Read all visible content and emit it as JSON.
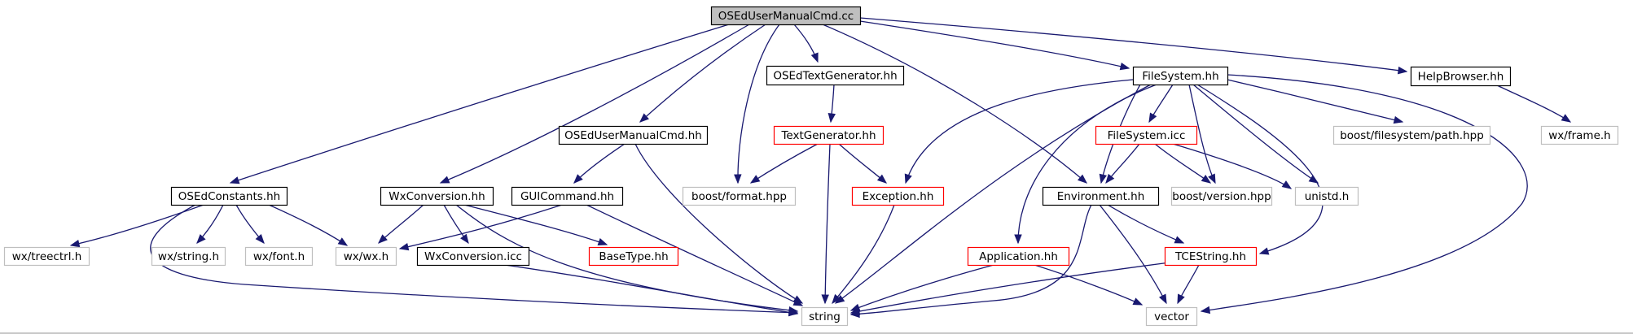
{
  "diagram": {
    "colors": {
      "edge": "#191970",
      "border_default": "#000000",
      "border_red": "#ff0000",
      "border_gray": "#bfbfbf",
      "root_fill": "#bfbfbf"
    },
    "nodes": [
      {
        "id": "root",
        "label": "OSEdUserManualCmd.cc",
        "style": "root"
      },
      {
        "id": "texgen",
        "label": "OSEdTextGenerator.hh",
        "style": "black"
      },
      {
        "id": "filesys",
        "label": "FileSystem.hh",
        "style": "black"
      },
      {
        "id": "helpbrowser",
        "label": "HelpBrowser.hh",
        "style": "black"
      },
      {
        "id": "cmdhh",
        "label": "OSEdUserManualCmd.hh",
        "style": "black"
      },
      {
        "id": "textgenerator",
        "label": "TextGenerator.hh",
        "style": "red"
      },
      {
        "id": "filesysicc",
        "label": "FileSystem.icc",
        "style": "red"
      },
      {
        "id": "boostpath",
        "label": "boost/filesystem/path.hpp",
        "style": "gray"
      },
      {
        "id": "wxframe",
        "label": "wx/frame.h",
        "style": "gray"
      },
      {
        "id": "constants",
        "label": "OSEdConstants.hh",
        "style": "black"
      },
      {
        "id": "wxconv",
        "label": "WxConversion.hh",
        "style": "black"
      },
      {
        "id": "guicmd",
        "label": "GUICommand.hh",
        "style": "black"
      },
      {
        "id": "boostformat",
        "label": "boost/format.hpp",
        "style": "gray"
      },
      {
        "id": "exception",
        "label": "Exception.hh",
        "style": "red"
      },
      {
        "id": "environment",
        "label": "Environment.hh",
        "style": "black"
      },
      {
        "id": "boostversion",
        "label": "boost/version.hpp",
        "style": "gray"
      },
      {
        "id": "unistd",
        "label": "unistd.h",
        "style": "gray"
      },
      {
        "id": "treectrl",
        "label": "wx/treectrl.h",
        "style": "gray"
      },
      {
        "id": "wxstring",
        "label": "wx/string.h",
        "style": "gray"
      },
      {
        "id": "wxfont",
        "label": "wx/font.h",
        "style": "gray"
      },
      {
        "id": "wxwx",
        "label": "wx/wx.h",
        "style": "gray"
      },
      {
        "id": "wxconvicc",
        "label": "WxConversion.icc",
        "style": "black"
      },
      {
        "id": "basetype",
        "label": "BaseType.hh",
        "style": "red"
      },
      {
        "id": "application",
        "label": "Application.hh",
        "style": "red"
      },
      {
        "id": "tcestring",
        "label": "TCEString.hh",
        "style": "red"
      },
      {
        "id": "string",
        "label": "string",
        "style": "gray"
      },
      {
        "id": "vector",
        "label": "vector",
        "style": "gray"
      }
    ],
    "edges": [
      [
        "root",
        "texgen"
      ],
      [
        "root",
        "filesys"
      ],
      [
        "root",
        "helpbrowser"
      ],
      [
        "root",
        "cmdhh"
      ],
      [
        "root",
        "boostformat"
      ],
      [
        "root",
        "constants"
      ],
      [
        "root",
        "wxconv"
      ],
      [
        "root",
        "environment"
      ],
      [
        "texgen",
        "textgenerator"
      ],
      [
        "textgenerator",
        "boostformat"
      ],
      [
        "textgenerator",
        "exception"
      ],
      [
        "textgenerator",
        "string"
      ],
      [
        "filesys",
        "filesysicc"
      ],
      [
        "filesys",
        "boostpath"
      ],
      [
        "filesys",
        "exception"
      ],
      [
        "filesys",
        "environment"
      ],
      [
        "filesys",
        "boostversion"
      ],
      [
        "filesys",
        "unistd"
      ],
      [
        "filesys",
        "application"
      ],
      [
        "filesys",
        "tcestring"
      ],
      [
        "filesys",
        "string"
      ],
      [
        "filesys",
        "vector"
      ],
      [
        "helpbrowser",
        "wxframe"
      ],
      [
        "cmdhh",
        "guicmd"
      ],
      [
        "cmdhh",
        "string"
      ],
      [
        "filesysicc",
        "environment"
      ],
      [
        "filesysicc",
        "boostversion"
      ],
      [
        "filesysicc",
        "unistd"
      ],
      [
        "constants",
        "treectrl"
      ],
      [
        "constants",
        "wxstring"
      ],
      [
        "constants",
        "wxfont"
      ],
      [
        "constants",
        "wxwx"
      ],
      [
        "constants",
        "string"
      ],
      [
        "wxconv",
        "wxwx"
      ],
      [
        "wxconv",
        "wxconvicc"
      ],
      [
        "wxconv",
        "basetype"
      ],
      [
        "wxconv",
        "string"
      ],
      [
        "guicmd",
        "wxwx"
      ],
      [
        "guicmd",
        "string"
      ],
      [
        "exception",
        "string"
      ],
      [
        "environment",
        "tcestring"
      ],
      [
        "environment",
        "string"
      ],
      [
        "environment",
        "vector"
      ],
      [
        "wxconvicc",
        "string"
      ],
      [
        "application",
        "string"
      ],
      [
        "application",
        "vector"
      ],
      [
        "tcestring",
        "string"
      ],
      [
        "tcestring",
        "vector"
      ]
    ]
  }
}
